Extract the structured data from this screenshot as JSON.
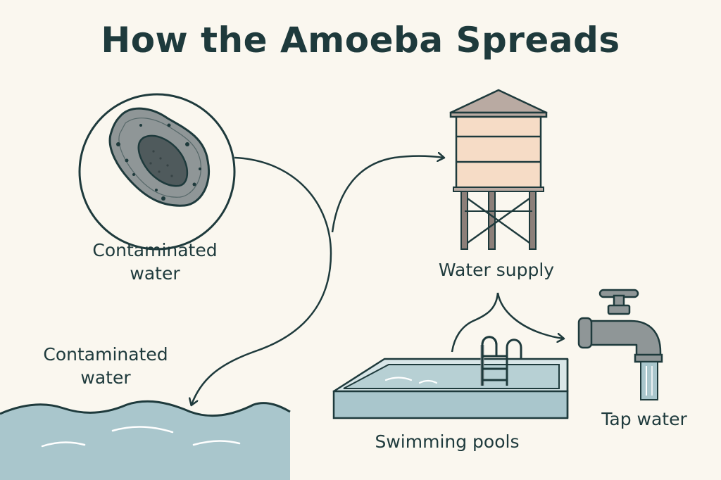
{
  "title": "How the Amoeba Spreads",
  "labels": {
    "contaminated_water_top": "Contaminated water",
    "contaminated_water_bottom": "Contaminated water",
    "water_supply": "Water supply",
    "swimming_pools": "Swimming pools",
    "tap_water": "Tap water"
  },
  "colors": {
    "background": "#faf7ef",
    "ink": "#1e3a3c",
    "water": "#a9c6cc",
    "tank": "#f6dcc6",
    "roof": "#b9aaa2",
    "pool": "#b7d0d4",
    "amoeba": "#8f9697",
    "nucleus": "#4f5a5c"
  }
}
